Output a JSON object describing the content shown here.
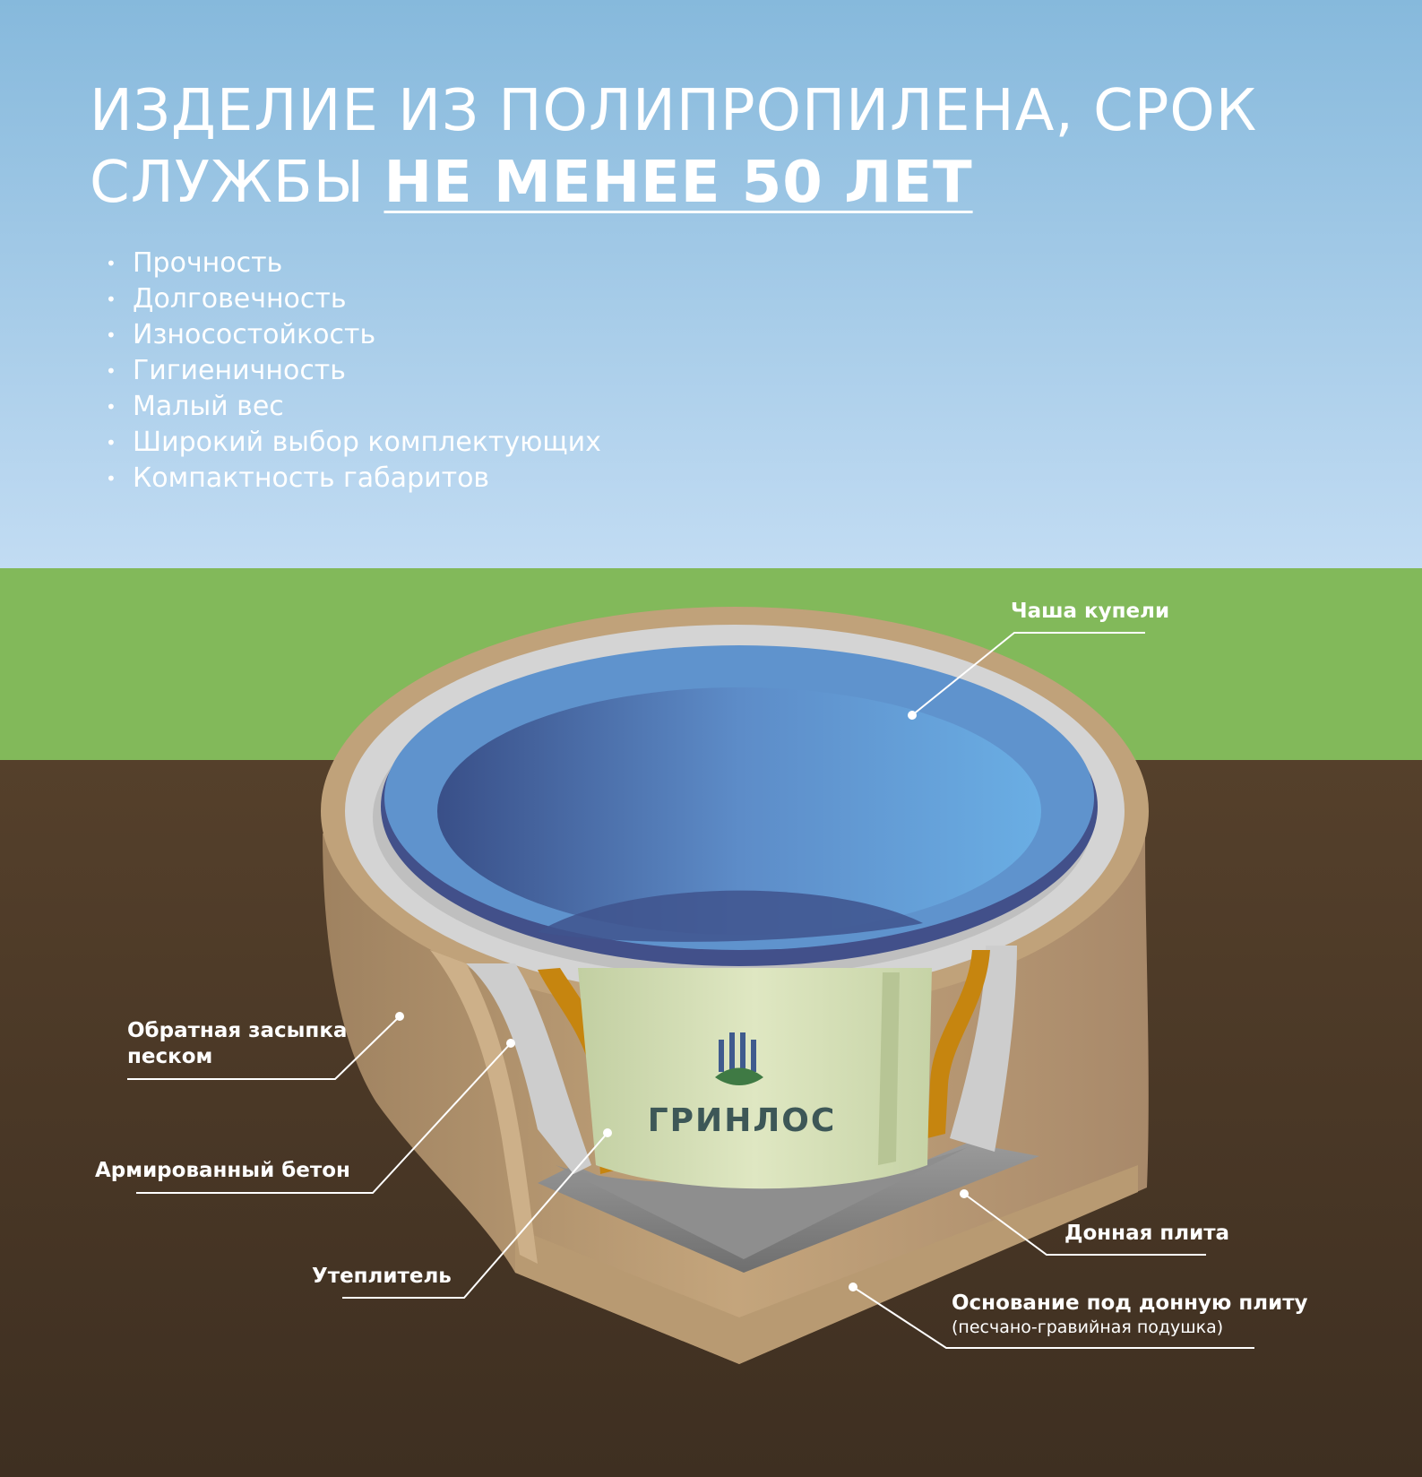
{
  "headline": {
    "line1": "ИЗДЕЛИЕ ИЗ ПОЛИПРОПИЛЕНА, СРОК",
    "line2_prefix": "СЛУЖБЫ ",
    "line2_emphasis": "НЕ МЕНЕЕ 50 ЛЕТ"
  },
  "features": [
    "Прочность",
    "Долговечность",
    "Износостойкость",
    "Гигиеничность",
    "Малый вес",
    "Широкий выбор комплектующих",
    "Компактность габаритов"
  ],
  "labels": {
    "bowl": "Чаша купели",
    "backfill_line1": "Обратная засыпка",
    "backfill_line2": "песком",
    "concrete": "Армированный бетон",
    "insulation": "Утеплитель",
    "bottom_plate": "Донная плита",
    "base_title": "Основание под донную плиту",
    "base_subtitle": "(песчано-гравийная подушка)"
  },
  "brand": "ГРИНЛОС",
  "colors": {
    "sky_top": "#86b9dc",
    "sky_bottom": "#c2dcf3",
    "grass": "#82b95a",
    "soil": "#4b3926",
    "sand": "#c0a27a",
    "concrete": "#cfcfcf",
    "bowl_blue": "#5c95d0",
    "tank_green": "#d6e0b7",
    "insulation": "#c6850f"
  }
}
